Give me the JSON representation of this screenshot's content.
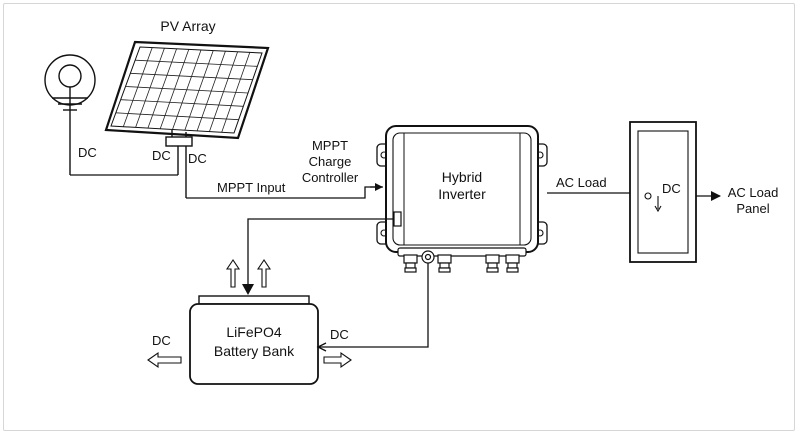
{
  "diagram": {
    "pv_array": {
      "title": "PV Array"
    },
    "ground_label": "DC",
    "panel_dc_left": "DC",
    "panel_dc_right": "DC",
    "mppt_input": "MPPT Input",
    "mppt_controller": [
      "MPPT",
      "Charge",
      "Controller"
    ],
    "inverter": [
      "Hybrid",
      "Inverter"
    ],
    "ac_load": "AC Load",
    "disconnect_label": "DC",
    "ac_load_panel": [
      "AC Load",
      "Panel"
    ],
    "battery": [
      "LiFePO4",
      "Battery Bank"
    ],
    "battery_out_label": "DC",
    "battery_in_label": "DC"
  },
  "colors": {
    "stroke": "#111111",
    "background": "#ffffff",
    "frame": "#d6d6d6"
  }
}
